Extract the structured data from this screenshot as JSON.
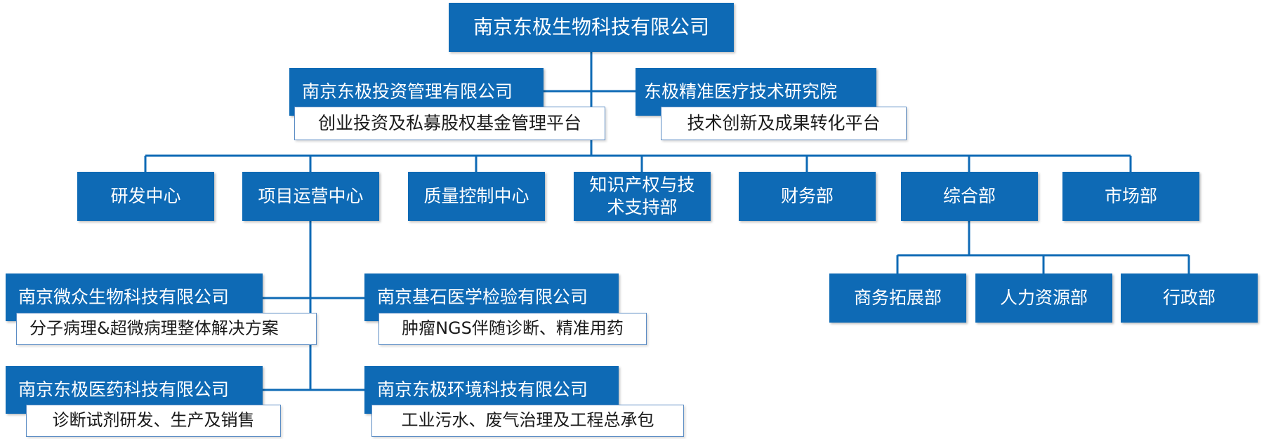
{
  "colors": {
    "box_fill": "#0e6ab5",
    "box_text": "#ffffff",
    "sub_border": "#5b8cc4",
    "line": "#0e6ab5"
  },
  "root": {
    "label": "南京东极生物科技有限公司"
  },
  "upper_units": [
    {
      "label": "南京东极投资管理有限公司",
      "platform": "创业投资及私募股权基金管理平台"
    },
    {
      "label": "东极精准医疗技术研究院",
      "platform": "技术创新及成果转化平台"
    }
  ],
  "departments": [
    "研发中心",
    "项目运营中心",
    "质量控制中心",
    "知识产权与技术支持部",
    "财务部",
    "综合部",
    "市场部"
  ],
  "general_sub_departments": [
    "商务拓展部",
    "人力资源部",
    "行政部"
  ],
  "project_companies": [
    {
      "label": "南京微众生物科技有限公司",
      "business": "分子病理&超微病理整体解决方案"
    },
    {
      "label": "南京基石医学检验有限公司",
      "business": "肿瘤NGS伴随诊断、精准用药"
    },
    {
      "label": "南京东极医药科技有限公司",
      "business": "诊断试剂研发、生产及销售"
    },
    {
      "label": "南京东极环境科技有限公司",
      "business": "工业污水、废气治理及工程总承包"
    }
  ]
}
